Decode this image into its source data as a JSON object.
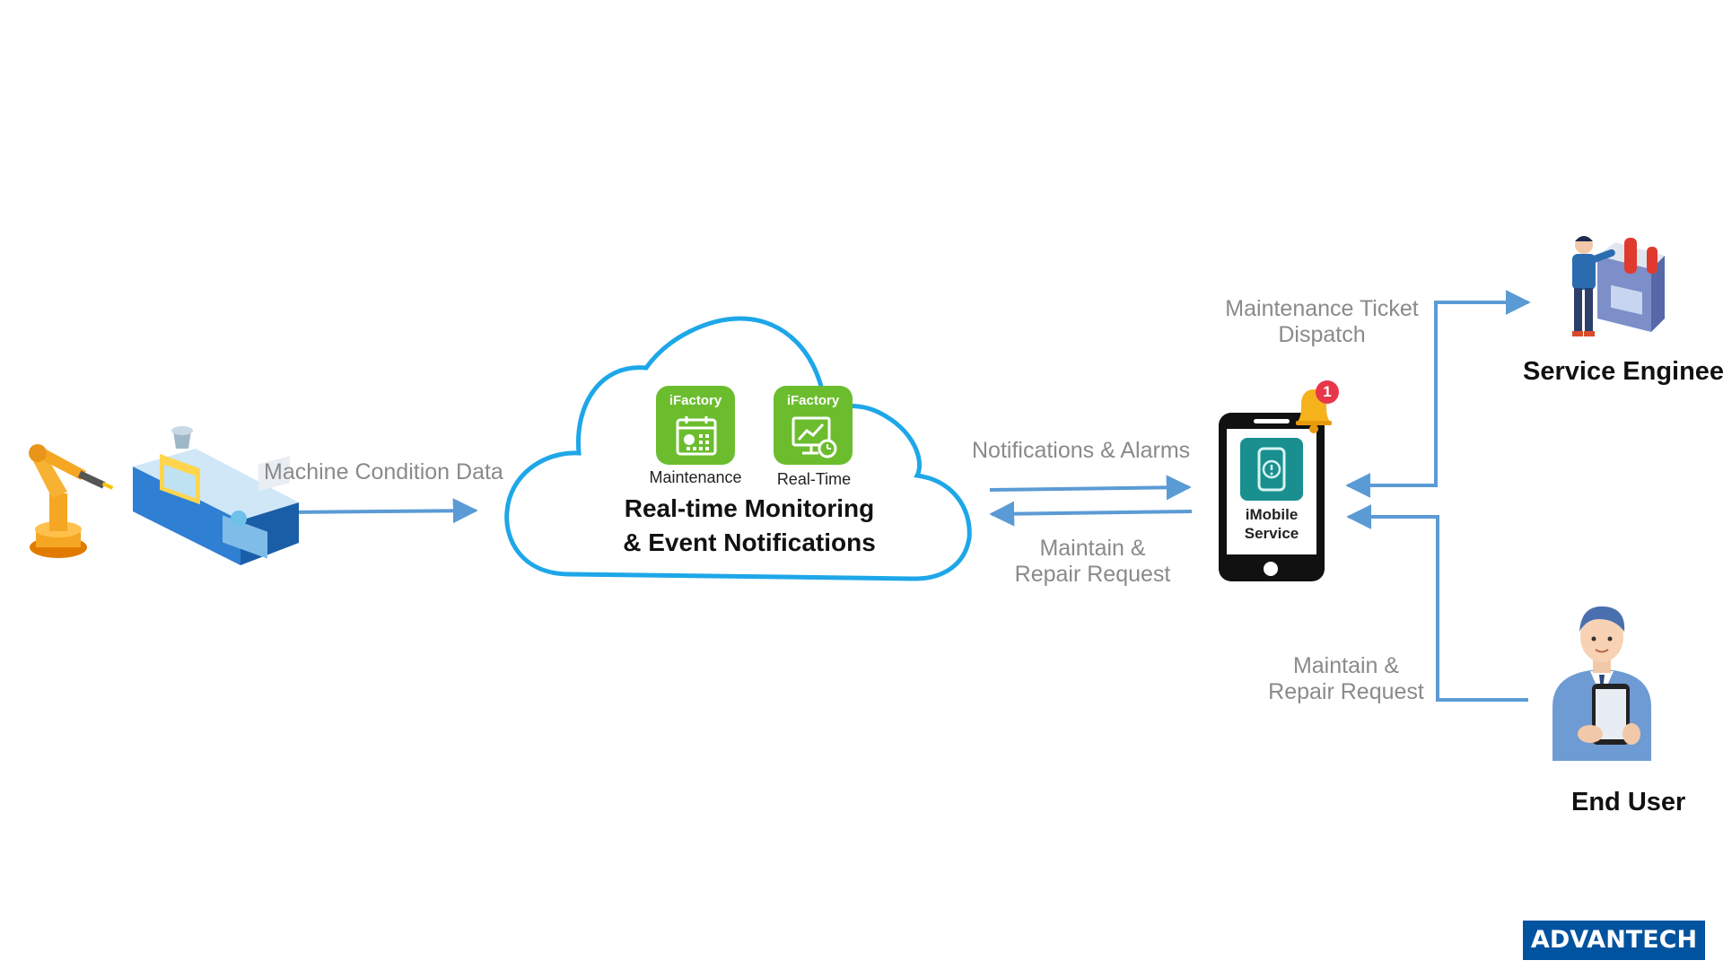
{
  "diagram": {
    "machine_label": "Machine Condition Data",
    "cloud": {
      "apps": [
        {
          "brand": "iFactory",
          "caption": "Maintenance"
        },
        {
          "brand": "iFactory",
          "caption": "Real-Time"
        }
      ],
      "title_line1": "Real-time Monitoring",
      "title_line2": "& Event Notifications"
    },
    "notifications_label": "Notifications & Alarms",
    "maintain_request_line1": "Maintain  &",
    "maintain_request_line2": "Repair Request",
    "phone": {
      "app_line1": "iMobile",
      "app_line2": "Service",
      "badge_count": "1"
    },
    "ticket_label_line1": "Maintenance Ticket",
    "ticket_label_line2": "Dispatch",
    "end_user_request_line1": "Maintain  &",
    "end_user_request_line2": "Repair Request",
    "service_engineer": "Service Engineer",
    "end_user": "End User",
    "logo": "ADVANTECH"
  },
  "colors": {
    "arrow": "#5b9bd5",
    "cloud_outline": "#1ea7e8",
    "app_green": "#6cbd2e",
    "logo_blue": "#00539f"
  }
}
